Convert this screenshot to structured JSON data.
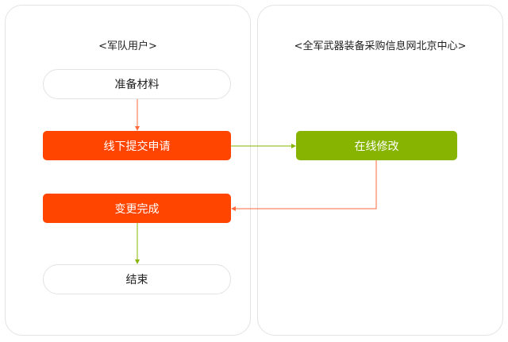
{
  "lanes": {
    "left": {
      "title": "<军队用户>"
    },
    "right": {
      "title": "<全军武器装备采购信息网北京中心>"
    }
  },
  "nodes": {
    "prepare": "准备材料",
    "offline_apply": "线下提交申请",
    "online_edit": "在线修改",
    "change_done": "变更完成",
    "end": "结束"
  },
  "colors": {
    "red_box": "#ff4500",
    "green_box": "#86b400",
    "red_arrow": "#ff6a3d",
    "green_arrow": "#86b400",
    "lane_border": "#e3e3e3"
  }
}
